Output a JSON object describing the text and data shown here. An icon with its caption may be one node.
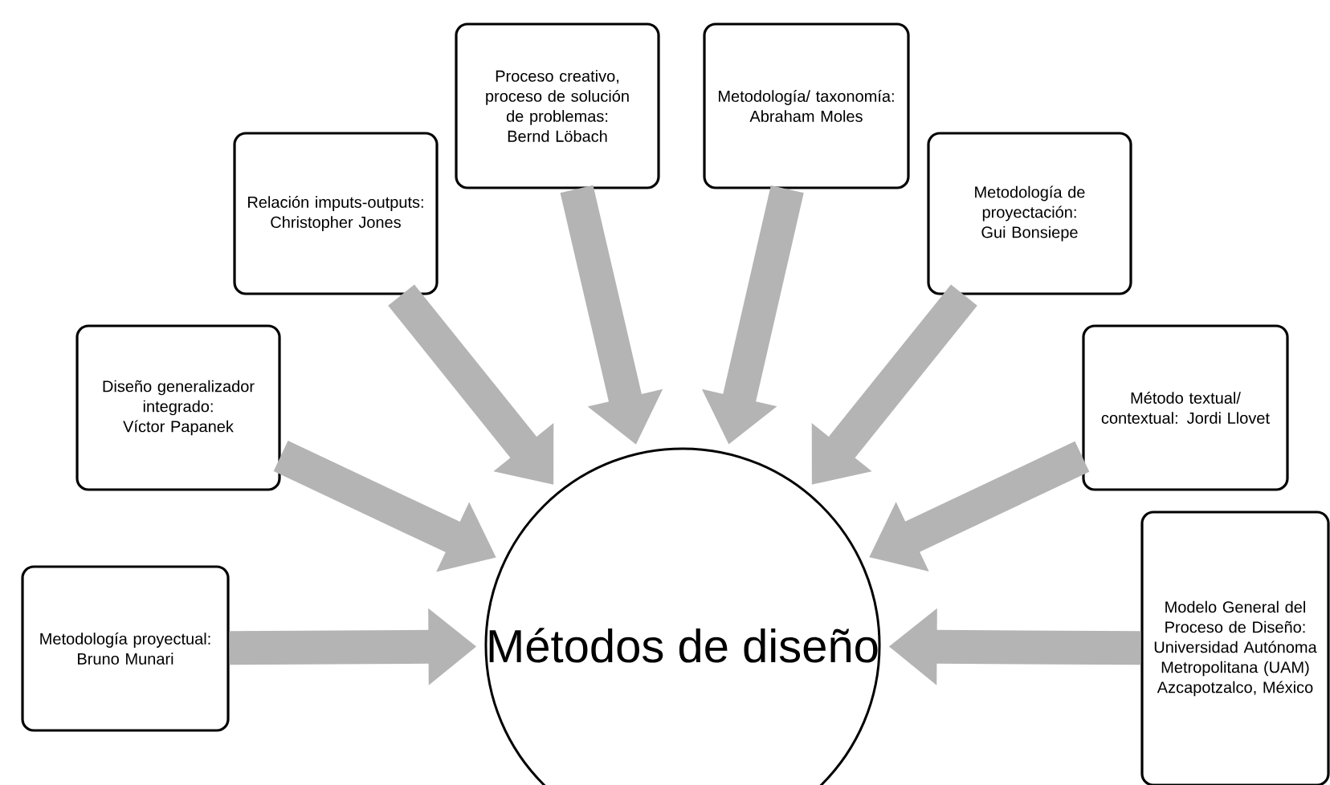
{
  "diagram": {
    "nodes": [
      {
        "text": [
          "Metodología proyectual: Bruno Munari"
        ]
      },
      {
        "text": [
          "Diseño generalizador integrado: Víctor Papanek"
        ]
      },
      {
        "text": [
          "Relación imputs-outputs: Christopher Jones"
        ]
      },
      {
        "text": [
          "Proceso creativo, proceso de solución de problemas: Bernd Löbach"
        ]
      },
      {
        "text": [
          "Metodología/ taxonomía: Abraham Moles"
        ]
      },
      {
        "text": [
          "Metodología de proyectación: Gui Bonsiepe"
        ]
      },
      {
        "text": [
          "Método textual/ contextual: Jordi Llovet"
        ]
      },
      {
        "text": [
          "Modelo General del Proceso de Diseño: Universidad Autónoma Metropolitana (UAM) Azcapotzalco, México"
        ]
      },
      {
        "text": [
          "Métodos de diseño"
        ]
      }
    ],
    "edges": [
      {
        "from": 0,
        "to": 8,
        "arrow": "to"
      },
      {
        "from": 1,
        "to": 8,
        "arrow": "to"
      },
      {
        "from": 2,
        "to": 8,
        "arrow": "to"
      },
      {
        "from": 3,
        "to": 8,
        "arrow": "to"
      },
      {
        "from": 4,
        "to": 8,
        "arrow": "to"
      },
      {
        "from": 5,
        "to": 8,
        "arrow": "to"
      },
      {
        "from": 6,
        "to": 8,
        "arrow": "to"
      },
      {
        "from": 7,
        "to": 8,
        "arrow": "to"
      }
    ]
  }
}
